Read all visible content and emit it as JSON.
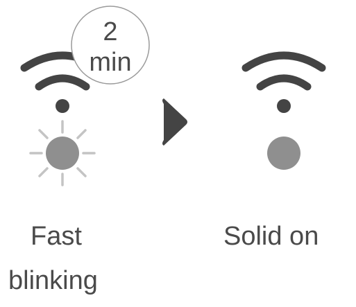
{
  "timer_badge": {
    "value": "2",
    "unit": "min"
  },
  "states": [
    {
      "label_line1": "Fast",
      "label_line2": "blinking",
      "icon": "wifi-icon",
      "indicator": "blinking-light-icon",
      "indicator_color": "#8f8f8f"
    },
    {
      "label_line1": "Solid on",
      "icon": "wifi-icon",
      "indicator": "solid-light-icon",
      "indicator_color": "#8f8f8f"
    }
  ],
  "transition_icon": "arrow-right-icon",
  "colors": {
    "icon_dark": "#444444",
    "light_gray": "#8f8f8f",
    "ray_gray": "#c4c4c4",
    "text": "#4a4a4a",
    "badge_border": "#9a9a9a"
  }
}
